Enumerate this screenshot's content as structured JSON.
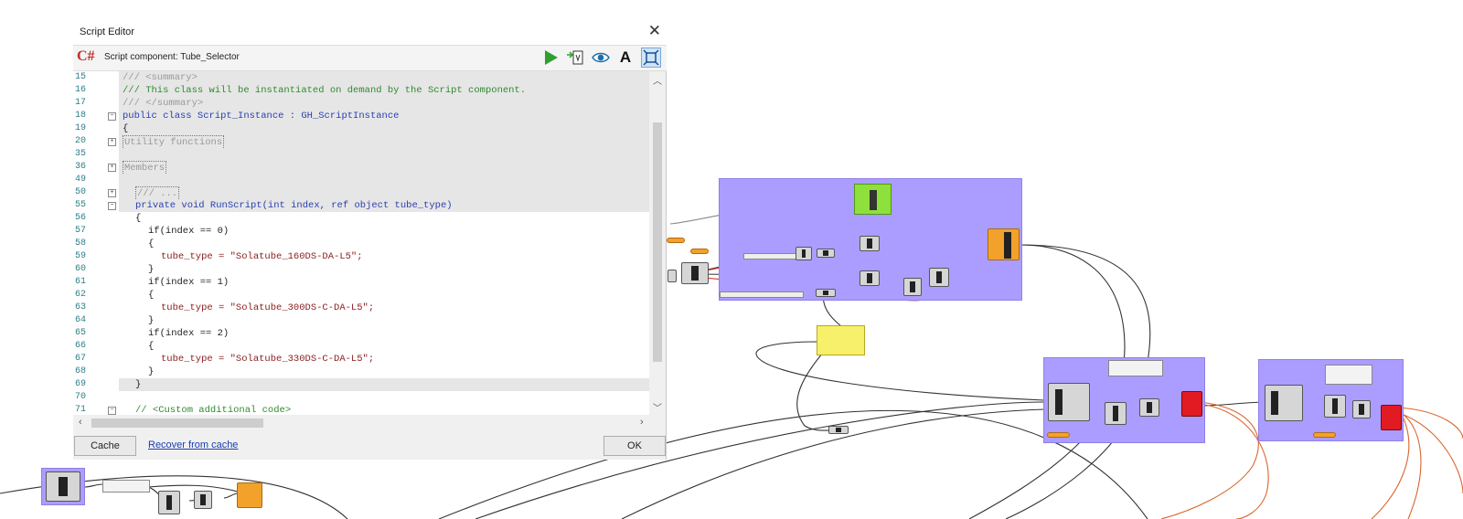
{
  "window": {
    "title": "Script Editor",
    "component_label": "Script component: Tube_Selector",
    "toolbar_icons": [
      "run-icon",
      "export-icon",
      "preview-icon",
      "font-icon",
      "fit-icon"
    ]
  },
  "code_lines": [
    {
      "n": "15",
      "t": "/// <summary>"
    },
    {
      "n": "16",
      "t": "/// This class will be instantiated on demand by the Script component."
    },
    {
      "n": "17",
      "t": "/// </summary>"
    },
    {
      "n": "18",
      "t": "public class Script_Instance : GH_ScriptInstance"
    },
    {
      "n": "19",
      "t": "{"
    },
    {
      "n": "20",
      "t": "Utility functions"
    },
    {
      "n": "35",
      "t": ""
    },
    {
      "n": "36",
      "t": "Members"
    },
    {
      "n": "49",
      "t": ""
    },
    {
      "n": "50",
      "t": "/// ..."
    },
    {
      "n": "55",
      "t": "private void RunScript(int index, ref object tube_type)"
    },
    {
      "n": "56",
      "t": "{"
    },
    {
      "n": "57",
      "t": "if(index == 0)"
    },
    {
      "n": "58",
      "t": "{"
    },
    {
      "n": "59",
      "t": "tube_type = \"Solatube_160DS-DA-L5\";"
    },
    {
      "n": "60",
      "t": "}"
    },
    {
      "n": "61",
      "t": "if(index == 1)"
    },
    {
      "n": "62",
      "t": "{"
    },
    {
      "n": "63",
      "t": "tube_type = \"Solatube_300DS-C-DA-L5\";"
    },
    {
      "n": "64",
      "t": "}"
    },
    {
      "n": "65",
      "t": "if(index == 2)"
    },
    {
      "n": "66",
      "t": "{"
    },
    {
      "n": "67",
      "t": "tube_type = \"Solatube_330DS-C-DA-L5\";"
    },
    {
      "n": "68",
      "t": "}"
    },
    {
      "n": "69",
      "t": "}"
    },
    {
      "n": "70",
      "t": ""
    },
    {
      "n": "71",
      "t": "// <Custom additional code>"
    }
  ],
  "footer": {
    "cache_label": "Cache",
    "recover_label": "Recover from cache",
    "ok_label": "OK"
  },
  "canvas": {
    "colors": {
      "group": "#ab9dff",
      "component": "#d6d6d6",
      "param_orange": "#f2a22a",
      "param_red": "#e21b23",
      "toggle_green": "#8ee03c",
      "panel_yellow": "#f7f06a",
      "wire_black": "#222222",
      "wire_red": "#e0392a",
      "wire_orange": "#d9652b"
    }
  }
}
